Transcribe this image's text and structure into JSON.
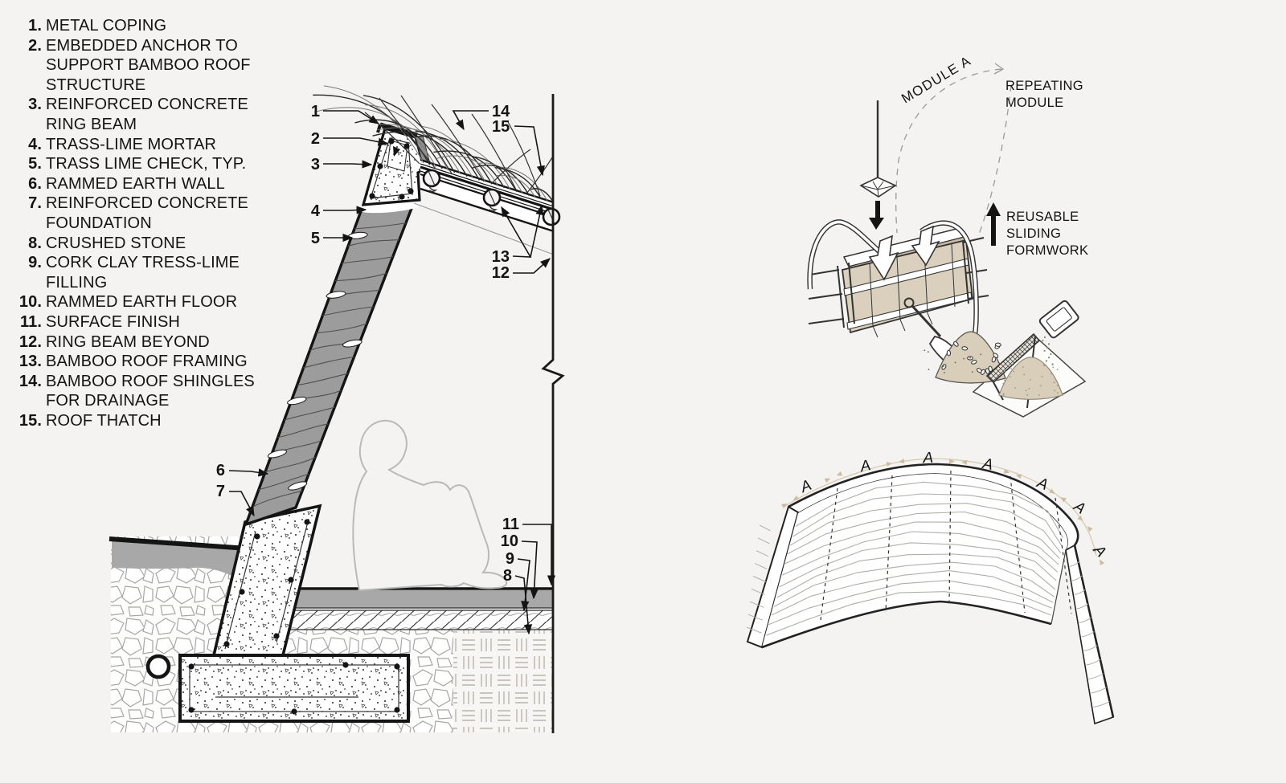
{
  "legend": {
    "items": [
      {
        "num": "1.",
        "text": "METAL COPING"
      },
      {
        "num": "2.",
        "text": "EMBEDDED ANCHOR TO\nSUPPORT BAMBOO ROOF\nSTRUCTURE"
      },
      {
        "num": "3.",
        "text": "REINFORCED CONCRETE\nRING BEAM"
      },
      {
        "num": "4.",
        "text": "TRASS-LIME MORTAR"
      },
      {
        "num": "5.",
        "text": "TRASS LIME CHECK, TYP."
      },
      {
        "num": "6.",
        "text": "RAMMED EARTH WALL"
      },
      {
        "num": "7.",
        "text": "REINFORCED CONCRETE\nFOUNDATION"
      },
      {
        "num": "8.",
        "text": "CRUSHED STONE"
      },
      {
        "num": "9.",
        "text": "CORK CLAY TRESS-LIME\nFILLING"
      },
      {
        "num": "10.",
        "text": "RAMMED EARTH FLOOR"
      },
      {
        "num": "11.",
        "text": "SURFACE FINISH"
      },
      {
        "num": "12.",
        "text": "RING BEAM BEYOND"
      },
      {
        "num": "13.",
        "text": "BAMBOO ROOF FRAMING"
      },
      {
        "num": "14.",
        "text": "BAMBOO ROOF SHINGLES\nFOR DRAINAGE"
      },
      {
        "num": "15.",
        "text": "ROOF THATCH"
      }
    ]
  },
  "section": {
    "callouts": [
      {
        "label": "1"
      },
      {
        "label": "2"
      },
      {
        "label": "3"
      },
      {
        "label": "4"
      },
      {
        "label": "5"
      },
      {
        "label": "6"
      },
      {
        "label": "7"
      },
      {
        "label": "8"
      },
      {
        "label": "9"
      },
      {
        "label": "10"
      },
      {
        "label": "11"
      },
      {
        "label": "12"
      },
      {
        "label": "13"
      },
      {
        "label": "14"
      },
      {
        "label": "15"
      }
    ]
  },
  "diagram1": {
    "module_a_label": "MODULE A",
    "repeating_module": [
      "REPEATING",
      "MODULE"
    ],
    "reusable_formwork": [
      "REUSABLE",
      "SLIDING",
      "FORMWORK"
    ]
  },
  "diagram2": {
    "marker_label": "A"
  },
  "colors": {
    "background": "#f4f3f1",
    "ink": "#141414",
    "wall_gray": "#9c9c9c",
    "floor_gray": "#a8a8a8",
    "ground_gray": "#a8a8a8",
    "concrete_white": "#ffffff",
    "tan_front": "#dad0bd",
    "tan_top": "#c8b9a2",
    "tan_side": "#d0c4ae",
    "sand": "#d9ceba",
    "marker_tan": "#cbbda1",
    "strata_gray": "#b2aea7"
  }
}
